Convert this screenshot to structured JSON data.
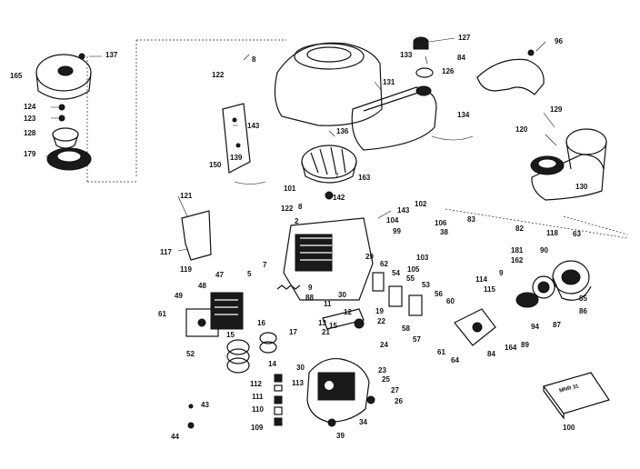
{
  "callouts": [
    {
      "id": "c165",
      "text": "165"
    },
    {
      "id": "c137",
      "text": "137"
    },
    {
      "id": "c124",
      "text": "124"
    },
    {
      "id": "c123",
      "text": "123"
    },
    {
      "id": "c128",
      "text": "128"
    },
    {
      "id": "c179",
      "text": "179"
    },
    {
      "id": "c122a",
      "text": "122"
    },
    {
      "id": "c8a",
      "text": "8"
    },
    {
      "id": "c143a",
      "text": "143"
    },
    {
      "id": "c139",
      "text": "139"
    },
    {
      "id": "c150",
      "text": "150"
    },
    {
      "id": "c127",
      "text": "127"
    },
    {
      "id": "c133",
      "text": "133"
    },
    {
      "id": "c126",
      "text": "126"
    },
    {
      "id": "c84a",
      "text": "84"
    },
    {
      "id": "c96",
      "text": "96"
    },
    {
      "id": "c131",
      "text": "131"
    },
    {
      "id": "c136",
      "text": "136"
    },
    {
      "id": "c134",
      "text": "134"
    },
    {
      "id": "c129",
      "text": "129"
    },
    {
      "id": "c120",
      "text": "120"
    },
    {
      "id": "c130",
      "text": "130"
    },
    {
      "id": "c163",
      "text": "163"
    },
    {
      "id": "c101",
      "text": "101"
    },
    {
      "id": "c142",
      "text": "142"
    },
    {
      "id": "c121",
      "text": "121"
    },
    {
      "id": "c122b",
      "text": "122"
    },
    {
      "id": "c8b",
      "text": "8"
    },
    {
      "id": "c143b",
      "text": "143"
    },
    {
      "id": "c102",
      "text": "102"
    },
    {
      "id": "c2",
      "text": "2"
    },
    {
      "id": "c104",
      "text": "104"
    },
    {
      "id": "c99",
      "text": "99"
    },
    {
      "id": "c106",
      "text": "106"
    },
    {
      "id": "c38",
      "text": "38"
    },
    {
      "id": "c83",
      "text": "83"
    },
    {
      "id": "c82",
      "text": "82"
    },
    {
      "id": "c118",
      "text": "118"
    },
    {
      "id": "c63",
      "text": "63"
    },
    {
      "id": "c117",
      "text": "117"
    },
    {
      "id": "c103",
      "text": "103"
    },
    {
      "id": "c181",
      "text": "181"
    },
    {
      "id": "c90",
      "text": "90"
    },
    {
      "id": "c162",
      "text": "162"
    },
    {
      "id": "c119",
      "text": "119"
    },
    {
      "id": "c47",
      "text": "47"
    },
    {
      "id": "c5",
      "text": "5"
    },
    {
      "id": "c7",
      "text": "7"
    },
    {
      "id": "c29",
      "text": "29"
    },
    {
      "id": "c62",
      "text": "62"
    },
    {
      "id": "c105",
      "text": "105"
    },
    {
      "id": "c114",
      "text": "114"
    },
    {
      "id": "c9a",
      "text": "9"
    },
    {
      "id": "c54",
      "text": "54"
    },
    {
      "id": "c55",
      "text": "55"
    },
    {
      "id": "c53",
      "text": "53"
    },
    {
      "id": "c48",
      "text": "48"
    },
    {
      "id": "c49",
      "text": "49"
    },
    {
      "id": "c115",
      "text": "115"
    },
    {
      "id": "c85",
      "text": "85"
    },
    {
      "id": "c86",
      "text": "86"
    },
    {
      "id": "c56",
      "text": "56"
    },
    {
      "id": "c60",
      "text": "60"
    },
    {
      "id": "c30a",
      "text": "30"
    },
    {
      "id": "c9b",
      "text": "9"
    },
    {
      "id": "c88",
      "text": "88"
    },
    {
      "id": "c11",
      "text": "11"
    },
    {
      "id": "c12",
      "text": "12"
    },
    {
      "id": "c19",
      "text": "19"
    },
    {
      "id": "c22",
      "text": "22"
    },
    {
      "id": "c61a",
      "text": "61"
    },
    {
      "id": "c16",
      "text": "16"
    },
    {
      "id": "c13",
      "text": "13"
    },
    {
      "id": "c15a",
      "text": "15"
    },
    {
      "id": "c17",
      "text": "17"
    },
    {
      "id": "c21",
      "text": "21"
    },
    {
      "id": "c58",
      "text": "58"
    },
    {
      "id": "c57",
      "text": "57"
    },
    {
      "id": "c94",
      "text": "94"
    },
    {
      "id": "c87",
      "text": "87"
    },
    {
      "id": "c15b",
      "text": "15"
    },
    {
      "id": "c52",
      "text": "52"
    },
    {
      "id": "c24",
      "text": "24"
    },
    {
      "id": "c61b",
      "text": "61"
    },
    {
      "id": "c84b",
      "text": "84"
    },
    {
      "id": "c89",
      "text": "89"
    },
    {
      "id": "c164",
      "text": "164"
    },
    {
      "id": "c64",
      "text": "64"
    },
    {
      "id": "c14",
      "text": "14"
    },
    {
      "id": "c30b",
      "text": "30"
    },
    {
      "id": "c23",
      "text": "23"
    },
    {
      "id": "c112",
      "text": "112"
    },
    {
      "id": "c113",
      "text": "113"
    },
    {
      "id": "c25",
      "text": "25"
    },
    {
      "id": "c27",
      "text": "27"
    },
    {
      "id": "c111",
      "text": "111"
    },
    {
      "id": "c110",
      "text": "110"
    },
    {
      "id": "c26",
      "text": "26"
    },
    {
      "id": "c43",
      "text": "43"
    },
    {
      "id": "c109",
      "text": "109"
    },
    {
      "id": "c34",
      "text": "34"
    },
    {
      "id": "c44",
      "text": "44"
    },
    {
      "id": "c39",
      "text": "39"
    },
    {
      "id": "c100",
      "text": "100"
    }
  ],
  "manual_text": "MNR 31"
}
